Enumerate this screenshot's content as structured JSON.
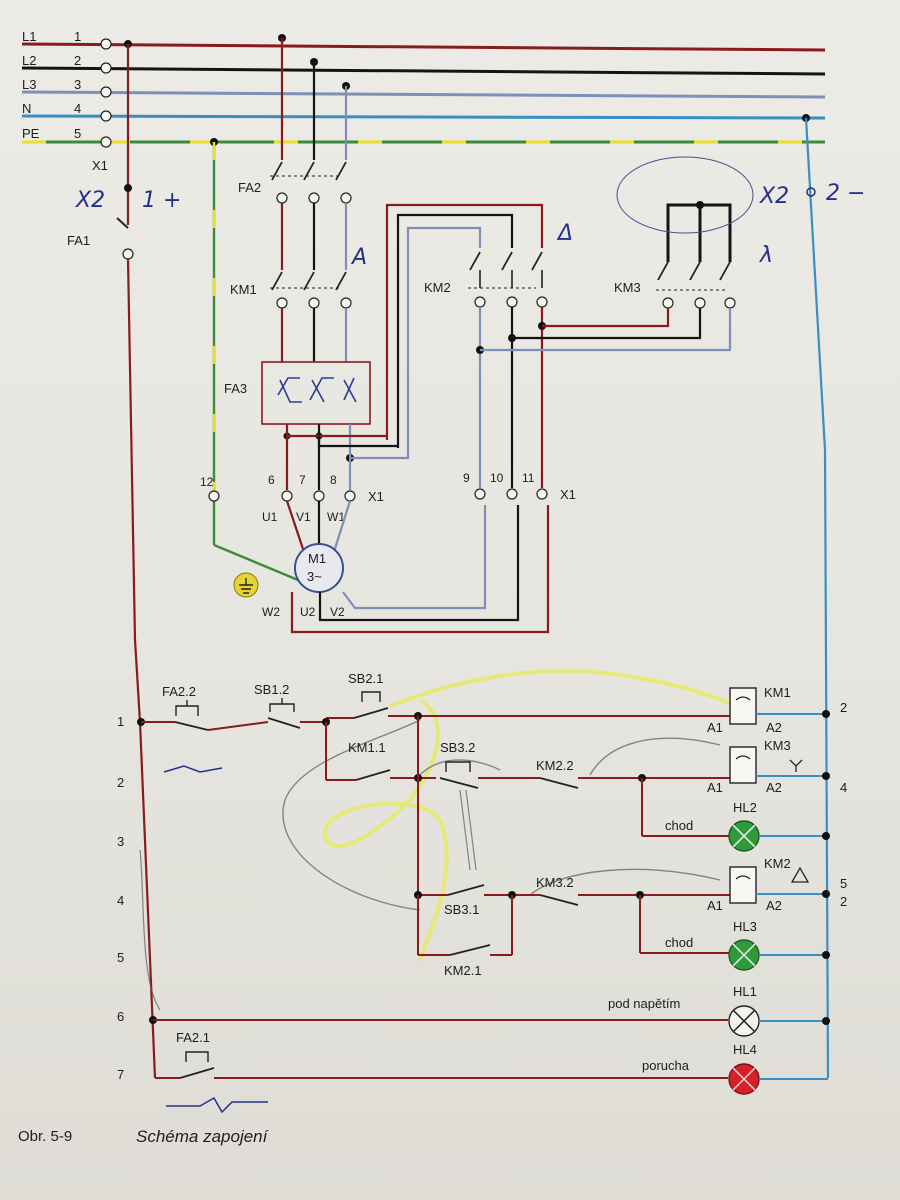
{
  "power_lines": [
    {
      "name": "L1",
      "number": "1"
    },
    {
      "name": "L2",
      "number": "2"
    },
    {
      "name": "L3",
      "number": "3"
    },
    {
      "name": "N",
      "number": "4"
    },
    {
      "name": "PE",
      "number": "5"
    }
  ],
  "labels": {
    "x1_top": "X1",
    "x1_terminals": "X1",
    "x1_terminals_b": "X1",
    "fa1": "FA1",
    "fa2": "FA2",
    "fa3": "FA3",
    "km1": "KM1",
    "km2": "KM2",
    "km3": "KM3",
    "motor": "M1",
    "motor_type": "3~",
    "t12": "12",
    "t6": "6",
    "t7": "7",
    "t8": "8",
    "t9": "9",
    "t10": "10",
    "t11": "11",
    "u1": "U1",
    "v1": "V1",
    "w1": "W1",
    "w2": "W2",
    "u2": "U2",
    "v2": "V2"
  },
  "control": {
    "rows": [
      "1",
      "2",
      "3",
      "4",
      "5",
      "6",
      "7"
    ],
    "fa2_2": "FA2.2",
    "sb1_2": "SB1.2",
    "sb2_1": "SB2.1",
    "km1_1": "KM1.1",
    "sb3_2": "SB3.2",
    "km2_2": "KM2.2",
    "sb3_1": "SB3.1",
    "km3_2": "KM3.2",
    "km2_1": "KM2.1",
    "fa2_1": "FA2.1",
    "coil_km1": "KM1",
    "coil_km3": "KM3",
    "coil_km2": "KM2",
    "hl2": "HL2",
    "hl3": "HL3",
    "hl1": "HL1",
    "hl4": "HL4",
    "chod_1": "chod",
    "chod_2": "chod",
    "pod_napetim": "pod napětím",
    "porucha": "porucha",
    "a1": "A1",
    "a2": "A2",
    "right_nums": [
      "2",
      "4",
      "5",
      "2"
    ]
  },
  "handwriting": {
    "x2_left": "X2",
    "one_plus": "1 +",
    "x2_right": "X2",
    "two_minus": "2 −",
    "delta_mark": "Δ",
    "a_mark": "A",
    "star_mark": "λ"
  },
  "caption": {
    "figure": "Obr. 5-9",
    "title": "Schéma zapojení"
  },
  "colors": {
    "l1": "#8b1a1f",
    "l2": "#141414",
    "l3": "#7f8fb8",
    "n": "#3a8fc2",
    "pe": "#3d8a3a",
    "pe_stripe": "#e7df2a",
    "green_lamp": "#2f9a3a",
    "red_lamp": "#d4212a",
    "pen": "#23308a",
    "pencil": "#5b5b5b",
    "highlighter": "#e8ec3f"
  }
}
